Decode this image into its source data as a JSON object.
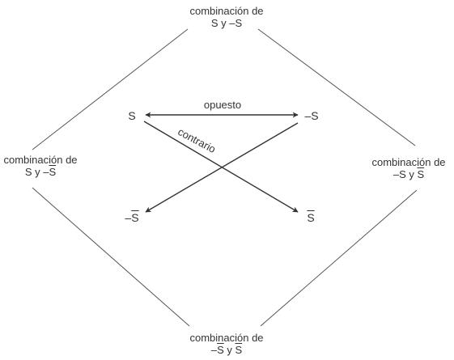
{
  "diagram": {
    "top": {
      "line1": "combinación de",
      "line2": "S y –S"
    },
    "left": {
      "line1": "combinación de",
      "l2a": "S y –",
      "l2b": "S"
    },
    "right": {
      "line1": "combinación de",
      "l2a": "–S y ",
      "l2b": "S"
    },
    "bottom": {
      "line1": "combinación de",
      "l2a": "–",
      "l2b": "S",
      "l2c": " y ",
      "l2d": "S"
    },
    "inner": {
      "s": "S",
      "neg_s": "–S",
      "not_s_minus": "–",
      "not_s_letter": "S",
      "bar_s": "S"
    },
    "relations": {
      "opposite": "opuesto",
      "contrary": "contrario"
    },
    "colors": {
      "line": "#555555",
      "arrow": "#333333"
    }
  }
}
